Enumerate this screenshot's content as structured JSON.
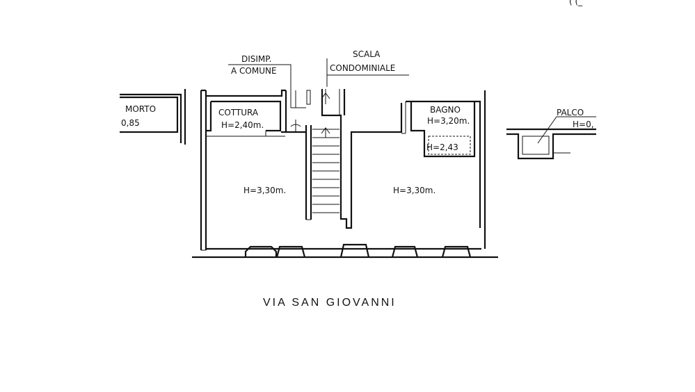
{
  "labels": {
    "disimpegno_line1": "DISIMP.",
    "disimpegno_line2": "A COMUNE",
    "scala_line1": "SCALA",
    "scala_line2": "CONDOMINIALE",
    "left_room_name": "MORTO",
    "left_room_height": "0,85",
    "cottura_name": "COTTURA",
    "cottura_height": "H=2,40m.",
    "bagno_name": "BAGNO",
    "bagno_height": "H=3,20m.",
    "bagno_niche_height": "H=2,43",
    "room_left_height": "H=3,30m.",
    "room_right_height": "H=3,30m.",
    "palco_name": "PALCO",
    "palco_height": "H=0,",
    "street": "VIA SAN GIOVANNI"
  },
  "corner_marks": "( (_"
}
